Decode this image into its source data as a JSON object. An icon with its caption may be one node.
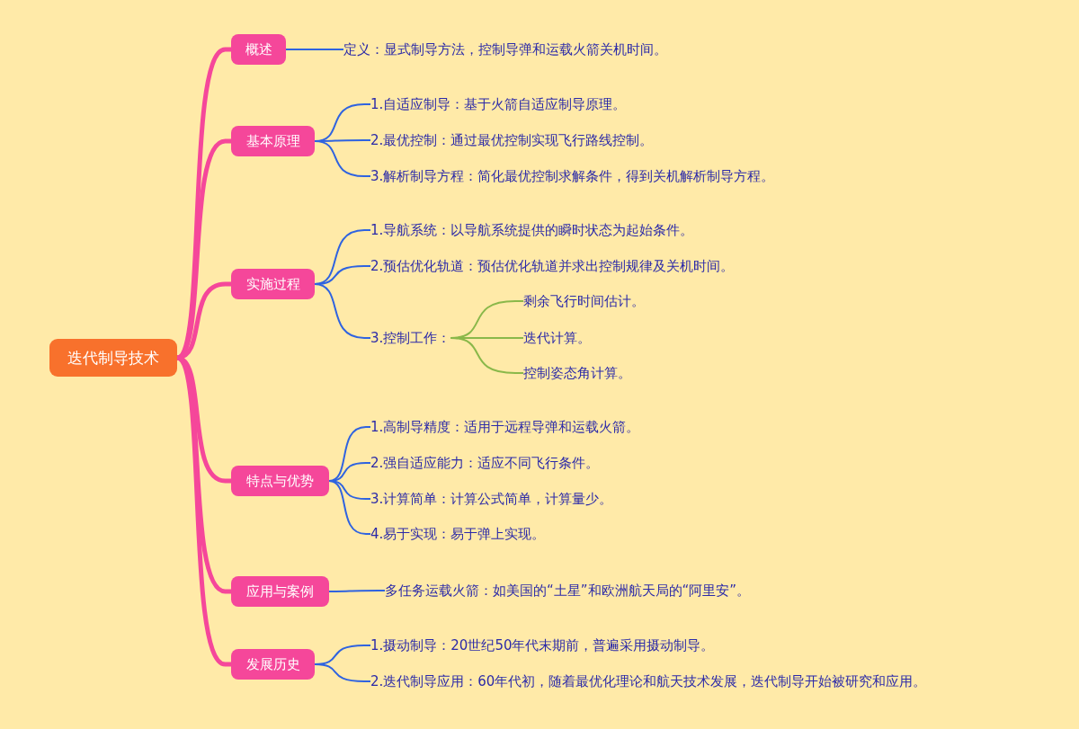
{
  "diagram": {
    "nodes": [
      {
        "text": [
          "迭代制导技术"
        ]
      },
      {
        "text": [
          "概述"
        ]
      },
      {
        "text": [
          "定义：显式制导方法，控制导弹和运载火箭关机时间。"
        ]
      },
      {
        "text": [
          "基本原理"
        ]
      },
      {
        "text": [
          "1.自适应制导：基于火箭自适应制导原理。"
        ]
      },
      {
        "text": [
          "2.最优控制：通过最优控制实现飞行路线控制。"
        ]
      },
      {
        "text": [
          "3.解析制导方程：简化最优控制求解条件，得到关机解析制导方程。"
        ]
      },
      {
        "text": [
          "实施过程"
        ]
      },
      {
        "text": [
          "1.导航系统：以导航系统提供的瞬时状态为起始条件。"
        ]
      },
      {
        "text": [
          "2.预估优化轨道：预估优化轨道并求出控制规律及关机时间。"
        ]
      },
      {
        "text": [
          "3.控制工作："
        ]
      },
      {
        "text": [
          "剩余飞行时间估计。"
        ]
      },
      {
        "text": [
          "迭代计算。"
        ]
      },
      {
        "text": [
          "控制姿态角计算。"
        ]
      },
      {
        "text": [
          "特点与优势"
        ]
      },
      {
        "text": [
          "1.高制导精度：适用于远程导弹和运载火箭。"
        ]
      },
      {
        "text": [
          "2.强自适应能力：适应不同飞行条件。"
        ]
      },
      {
        "text": [
          "3.计算简单：计算公式简单，计算量少。"
        ]
      },
      {
        "text": [
          "4.易于实现：易于弹上实现。"
        ]
      },
      {
        "text": [
          "应用与案例"
        ]
      },
      {
        "text": [
          "多任务运载火箭：如美国的“土星”和欧洲航天局的“阿里安”。"
        ]
      },
      {
        "text": [
          "发展历史"
        ]
      },
      {
        "text": [
          "1.摄动制导：20世纪50年代末期前，普遍采用摄动制导。"
        ]
      },
      {
        "text": [
          "2.迭代制导应用：60年代初，随着最优化理论和航天技术发展，迭代制导开始被研究和应用。"
        ]
      }
    ],
    "edges": [
      {
        "from": 0,
        "to": 1,
        "arrow": "none",
        "style": "thick",
        "color": "#f5479a"
      },
      {
        "from": 0,
        "to": 3,
        "arrow": "none",
        "style": "thick",
        "color": "#f5479a"
      },
      {
        "from": 0,
        "to": 7,
        "arrow": "none",
        "style": "thick",
        "color": "#f5479a"
      },
      {
        "from": 0,
        "to": 14,
        "arrow": "none",
        "style": "thick",
        "color": "#f5479a"
      },
      {
        "from": 0,
        "to": 19,
        "arrow": "none",
        "style": "thick",
        "color": "#f5479a"
      },
      {
        "from": 0,
        "to": 21,
        "arrow": "none",
        "style": "thick",
        "color": "#f5479a"
      },
      {
        "from": 1,
        "to": 2,
        "arrow": "none"
      },
      {
        "from": 3,
        "to": 4,
        "arrow": "none"
      },
      {
        "from": 3,
        "to": 5,
        "arrow": "none"
      },
      {
        "from": 3,
        "to": 6,
        "arrow": "none"
      },
      {
        "from": 7,
        "to": 8,
        "arrow": "none"
      },
      {
        "from": 7,
        "to": 9,
        "arrow": "none"
      },
      {
        "from": 7,
        "to": 10,
        "arrow": "none"
      },
      {
        "from": 10,
        "to": 11,
        "arrow": "none",
        "color": "#8ab84a"
      },
      {
        "from": 10,
        "to": 12,
        "arrow": "none",
        "color": "#8ab84a"
      },
      {
        "from": 10,
        "to": 13,
        "arrow": "none",
        "color": "#8ab84a"
      },
      {
        "from": 14,
        "to": 15,
        "arrow": "none"
      },
      {
        "from": 14,
        "to": 16,
        "arrow": "none"
      },
      {
        "from": 14,
        "to": 17,
        "arrow": "none"
      },
      {
        "from": 14,
        "to": 18,
        "arrow": "none"
      },
      {
        "from": 19,
        "to": 20,
        "arrow": "none"
      },
      {
        "from": 21,
        "to": 22,
        "arrow": "none"
      },
      {
        "from": 21,
        "to": 23,
        "arrow": "none"
      }
    ]
  }
}
